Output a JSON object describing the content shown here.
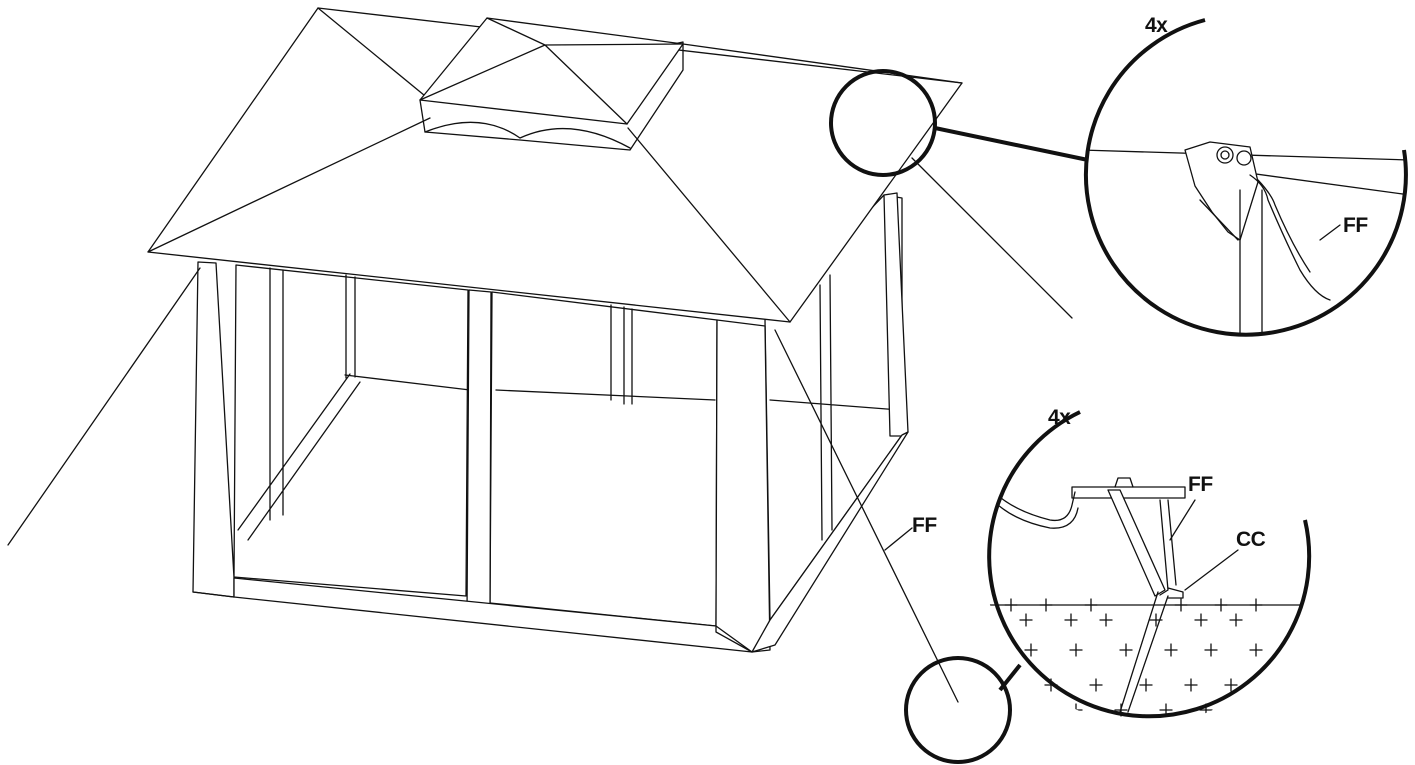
{
  "diagram": {
    "labels": {
      "detail_top_multiplier": "4x",
      "detail_top_part": "FF",
      "main_part": "FF",
      "detail_bottom_multiplier": "4x",
      "detail_bottom_part_ff": "FF",
      "detail_bottom_part_cc": "CC"
    },
    "icons": [
      "gazebo-illustration",
      "magnifier-circle-icon",
      "tent-stake-icon",
      "rope-icon",
      "ground-soil-icon"
    ]
  }
}
